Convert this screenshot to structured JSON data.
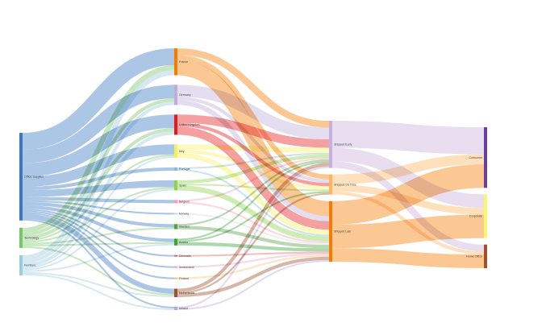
{
  "chart_data": {
    "type": "sankey",
    "title": "",
    "nodes": [
      {
        "id": "office_supplies",
        "label": "Office Supplies",
        "column": 0,
        "color": "#3a78c2"
      },
      {
        "id": "technology",
        "label": "Technology",
        "column": 0,
        "color": "#7cc46a"
      },
      {
        "id": "furniture",
        "label": "Furniture",
        "column": 0,
        "color": "#9ecae1"
      },
      {
        "id": "france",
        "label": "France",
        "column": 1,
        "color": "#f57c00"
      },
      {
        "id": "germany",
        "label": "Germany",
        "column": 1,
        "color": "#bcaed8"
      },
      {
        "id": "uk",
        "label": "United Kingdom",
        "column": 1,
        "color": "#e41a1c"
      },
      {
        "id": "italy",
        "label": "Italy",
        "column": 1,
        "color": "#f5f060"
      },
      {
        "id": "portugal",
        "label": "Portugal",
        "column": 1,
        "color": "#8bbad8"
      },
      {
        "id": "spain",
        "label": "Spain",
        "column": 1,
        "color": "#8ed24e"
      },
      {
        "id": "belgium",
        "label": "Belgium",
        "column": 1,
        "color": "#f8a0b0"
      },
      {
        "id": "norway",
        "label": "Norway",
        "column": 1,
        "color": "#d8d8d8"
      },
      {
        "id": "sweden",
        "label": "Sweden",
        "column": 1,
        "color": "#5a9e4a"
      },
      {
        "id": "austria",
        "label": "Austria",
        "column": 1,
        "color": "#3aa53a"
      },
      {
        "id": "denmark",
        "label": "Denmark",
        "column": 1,
        "color": "#e36a6a"
      },
      {
        "id": "switzerland",
        "label": "Switzerland",
        "column": 1,
        "color": "#f0a0c0"
      },
      {
        "id": "finland",
        "label": "Finland",
        "column": 1,
        "color": "#fac070"
      },
      {
        "id": "netherlands",
        "label": "Netherlands",
        "column": 1,
        "color": "#a0522d"
      },
      {
        "id": "ireland",
        "label": "Ireland",
        "column": 1,
        "color": "#b8a8e0"
      },
      {
        "id": "shipped_early",
        "label": "Shipped Early",
        "column": 2,
        "color": "#c8b0dc"
      },
      {
        "id": "shipped_on_time",
        "label": "Shipped On Time",
        "column": 2,
        "color": "#fdb562"
      },
      {
        "id": "shipped_late",
        "label": "Shipped Late",
        "column": 2,
        "color": "#f57c00"
      },
      {
        "id": "consumer",
        "label": "Consumer",
        "column": 3,
        "color": "#6a3fa0"
      },
      {
        "id": "corporate",
        "label": "Corporate",
        "column": 3,
        "color": "#f8f870"
      },
      {
        "id": "home_office",
        "label": "Home Office",
        "column": 3,
        "color": "#a0522d"
      }
    ],
    "links": [
      {
        "source": "office_supplies",
        "target": "france",
        "value": 10
      },
      {
        "source": "office_supplies",
        "target": "germany",
        "value": 8
      },
      {
        "source": "office_supplies",
        "target": "uk",
        "value": 8
      },
      {
        "source": "office_supplies",
        "target": "italy",
        "value": 6
      },
      {
        "source": "office_supplies",
        "target": "portugal",
        "value": 2
      },
      {
        "source": "office_supplies",
        "target": "spain",
        "value": 4
      },
      {
        "source": "office_supplies",
        "target": "belgium",
        "value": 2
      },
      {
        "source": "office_supplies",
        "target": "norway",
        "value": 1
      },
      {
        "source": "office_supplies",
        "target": "sweden",
        "value": 2
      },
      {
        "source": "office_supplies",
        "target": "austria",
        "value": 2
      },
      {
        "source": "office_supplies",
        "target": "denmark",
        "value": 1
      },
      {
        "source": "office_supplies",
        "target": "switzerland",
        "value": 1
      },
      {
        "source": "office_supplies",
        "target": "finland",
        "value": 1
      },
      {
        "source": "office_supplies",
        "target": "netherlands",
        "value": 3
      },
      {
        "source": "office_supplies",
        "target": "ireland",
        "value": 1
      },
      {
        "source": "technology",
        "target": "france",
        "value": 3
      },
      {
        "source": "technology",
        "target": "germany",
        "value": 2
      },
      {
        "source": "technology",
        "target": "uk",
        "value": 2
      },
      {
        "source": "technology",
        "target": "italy",
        "value": 1
      },
      {
        "source": "technology",
        "target": "spain",
        "value": 1
      },
      {
        "source": "technology",
        "target": "sweden",
        "value": 1
      },
      {
        "source": "technology",
        "target": "austria",
        "value": 1
      },
      {
        "source": "technology",
        "target": "netherlands",
        "value": 1
      },
      {
        "source": "furniture",
        "target": "france",
        "value": 3
      },
      {
        "source": "furniture",
        "target": "germany",
        "value": 2
      },
      {
        "source": "furniture",
        "target": "uk",
        "value": 2
      },
      {
        "source": "furniture",
        "target": "italy",
        "value": 1
      },
      {
        "source": "furniture",
        "target": "spain",
        "value": 1
      },
      {
        "source": "furniture",
        "target": "austria",
        "value": 1
      },
      {
        "source": "furniture",
        "target": "netherlands",
        "value": 1
      },
      {
        "source": "furniture",
        "target": "ireland",
        "value": 1
      },
      {
        "source": "france",
        "target": "shipped_early",
        "value": 4
      },
      {
        "source": "france",
        "target": "shipped_on_time",
        "value": 3
      },
      {
        "source": "france",
        "target": "shipped_late",
        "value": 9
      },
      {
        "source": "germany",
        "target": "shipped_early",
        "value": 7
      },
      {
        "source": "germany",
        "target": "shipped_on_time",
        "value": 2
      },
      {
        "source": "germany",
        "target": "shipped_late",
        "value": 3
      },
      {
        "source": "uk",
        "target": "shipped_early",
        "value": 5
      },
      {
        "source": "uk",
        "target": "shipped_on_time",
        "value": 2
      },
      {
        "source": "uk",
        "target": "shipped_late",
        "value": 5
      },
      {
        "source": "italy",
        "target": "shipped_early",
        "value": 3
      },
      {
        "source": "italy",
        "target": "shipped_on_time",
        "value": 2
      },
      {
        "source": "italy",
        "target": "shipped_late",
        "value": 3
      },
      {
        "source": "portugal",
        "target": "shipped_early",
        "value": 1
      },
      {
        "source": "portugal",
        "target": "shipped_late",
        "value": 1
      },
      {
        "source": "spain",
        "target": "shipped_early",
        "value": 2
      },
      {
        "source": "spain",
        "target": "shipped_on_time",
        "value": 1
      },
      {
        "source": "spain",
        "target": "shipped_late",
        "value": 3
      },
      {
        "source": "belgium",
        "target": "shipped_early",
        "value": 1
      },
      {
        "source": "belgium",
        "target": "shipped_late",
        "value": 1
      },
      {
        "source": "norway",
        "target": "shipped_late",
        "value": 1
      },
      {
        "source": "sweden",
        "target": "shipped_early",
        "value": 1
      },
      {
        "source": "sweden",
        "target": "shipped_late",
        "value": 2
      },
      {
        "source": "austria",
        "target": "shipped_early",
        "value": 1
      },
      {
        "source": "austria",
        "target": "shipped_on_time",
        "value": 1
      },
      {
        "source": "austria",
        "target": "shipped_late",
        "value": 2
      },
      {
        "source": "denmark",
        "target": "shipped_late",
        "value": 1
      },
      {
        "source": "switzerland",
        "target": "shipped_late",
        "value": 1
      },
      {
        "source": "finland",
        "target": "shipped_late",
        "value": 1
      },
      {
        "source": "netherlands",
        "target": "shipped_early",
        "value": 2
      },
      {
        "source": "netherlands",
        "target": "shipped_on_time",
        "value": 1
      },
      {
        "source": "netherlands",
        "target": "shipped_late",
        "value": 2
      },
      {
        "source": "ireland",
        "target": "shipped_early",
        "value": 1
      },
      {
        "source": "ireland",
        "target": "shipped_late",
        "value": 1
      },
      {
        "source": "shipped_early",
        "target": "consumer",
        "value": 16
      },
      {
        "source": "shipped_early",
        "target": "corporate",
        "value": 8
      },
      {
        "source": "shipped_early",
        "target": "home_office",
        "value": 4
      },
      {
        "source": "shipped_on_time",
        "target": "consumer",
        "value": 6
      },
      {
        "source": "shipped_on_time",
        "target": "corporate",
        "value": 4
      },
      {
        "source": "shipped_on_time",
        "target": "home_office",
        "value": 2
      },
      {
        "source": "shipped_late",
        "target": "consumer",
        "value": 14
      },
      {
        "source": "shipped_late",
        "target": "corporate",
        "value": 14
      },
      {
        "source": "shipped_late",
        "target": "home_office",
        "value": 8
      }
    ]
  }
}
